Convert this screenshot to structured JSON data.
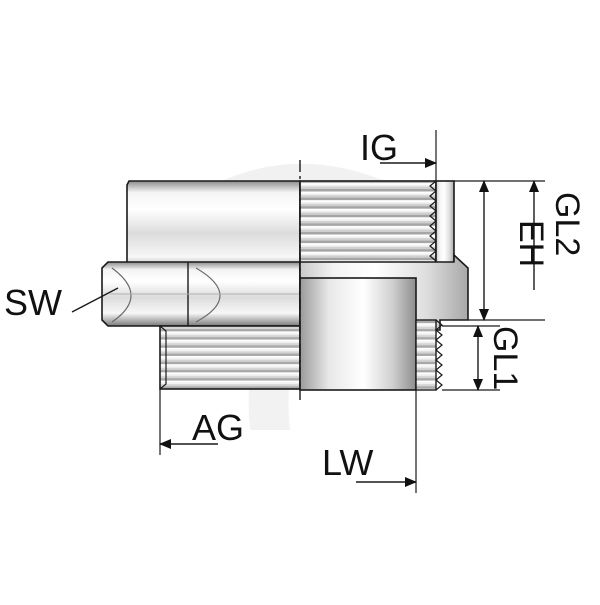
{
  "diagram": {
    "labels": {
      "sw": "SW",
      "ig": "IG",
      "ag": "AG",
      "lw": "LW",
      "eh": "EH",
      "gl1": "GL1",
      "gl2": "GL2"
    },
    "colors": {
      "outline": "#1a1a1a",
      "metal_light": "#fbfbfb",
      "metal_mid": "#d2d2d2",
      "metal_dark": "#9a9a9a",
      "watermark": "#efefef"
    }
  }
}
